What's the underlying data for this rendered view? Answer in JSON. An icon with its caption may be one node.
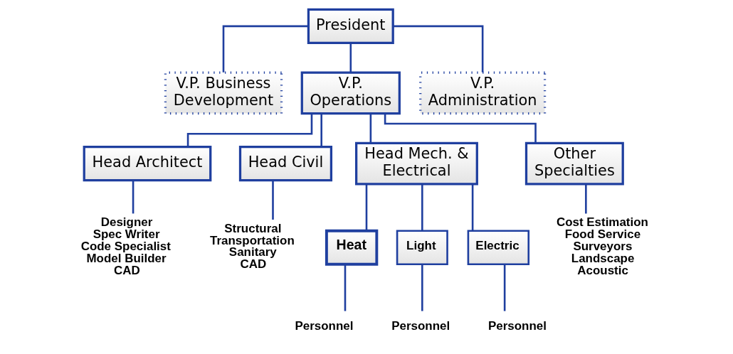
{
  "diagram": {
    "nodes": [
      {
        "text": [
          "President"
        ]
      },
      {
        "text": [
          "V.P. Business Development"
        ]
      },
      {
        "text": [
          "V.P. Operations"
        ]
      },
      {
        "text": [
          "V.P. Administration"
        ]
      },
      {
        "text": [
          "Head Architect"
        ]
      },
      {
        "text": [
          "Head Civil"
        ]
      },
      {
        "text": [
          "Head Mech. & Electrical"
        ]
      },
      {
        "text": [
          "Other Specialties"
        ]
      },
      {
        "text": [
          "Designer",
          "Spec Writer",
          "Code Specialist",
          "Model Builder",
          "CAD"
        ]
      },
      {
        "text": [
          "Structural",
          "Transportation",
          "Sanitary",
          "CAD"
        ]
      },
      {
        "text": [
          "Heat"
        ]
      },
      {
        "text": [
          "Light"
        ]
      },
      {
        "text": [
          "Electric"
        ]
      },
      {
        "text": [
          "Cost Estimation",
          "Food Service",
          "Surveyors",
          "Landscape",
          "Acoustic"
        ]
      },
      {
        "text": [
          "Personnel"
        ]
      },
      {
        "text": [
          "Personnel"
        ]
      },
      {
        "text": [
          "Personnel"
        ]
      }
    ],
    "edges": [
      {
        "from": 0,
        "to": 1,
        "arrow": "none"
      },
      {
        "from": 0,
        "to": 2,
        "arrow": "none"
      },
      {
        "from": 0,
        "to": 3,
        "arrow": "none"
      },
      {
        "from": 2,
        "to": 4,
        "arrow": "none"
      },
      {
        "from": 2,
        "to": 5,
        "arrow": "none"
      },
      {
        "from": 2,
        "to": 6,
        "arrow": "none"
      },
      {
        "from": 2,
        "to": 7,
        "arrow": "none"
      },
      {
        "from": 4,
        "to": 8,
        "arrow": "none"
      },
      {
        "from": 5,
        "to": 9,
        "arrow": "none"
      },
      {
        "from": 6,
        "to": 10,
        "arrow": "none"
      },
      {
        "from": 6,
        "to": 11,
        "arrow": "none"
      },
      {
        "from": 6,
        "to": 12,
        "arrow": "none"
      },
      {
        "from": 7,
        "to": 13,
        "arrow": "none"
      },
      {
        "from": 10,
        "to": 14,
        "arrow": "none"
      },
      {
        "from": 11,
        "to": 15,
        "arrow": "none"
      },
      {
        "from": 12,
        "to": 16,
        "arrow": "none"
      }
    ]
  }
}
